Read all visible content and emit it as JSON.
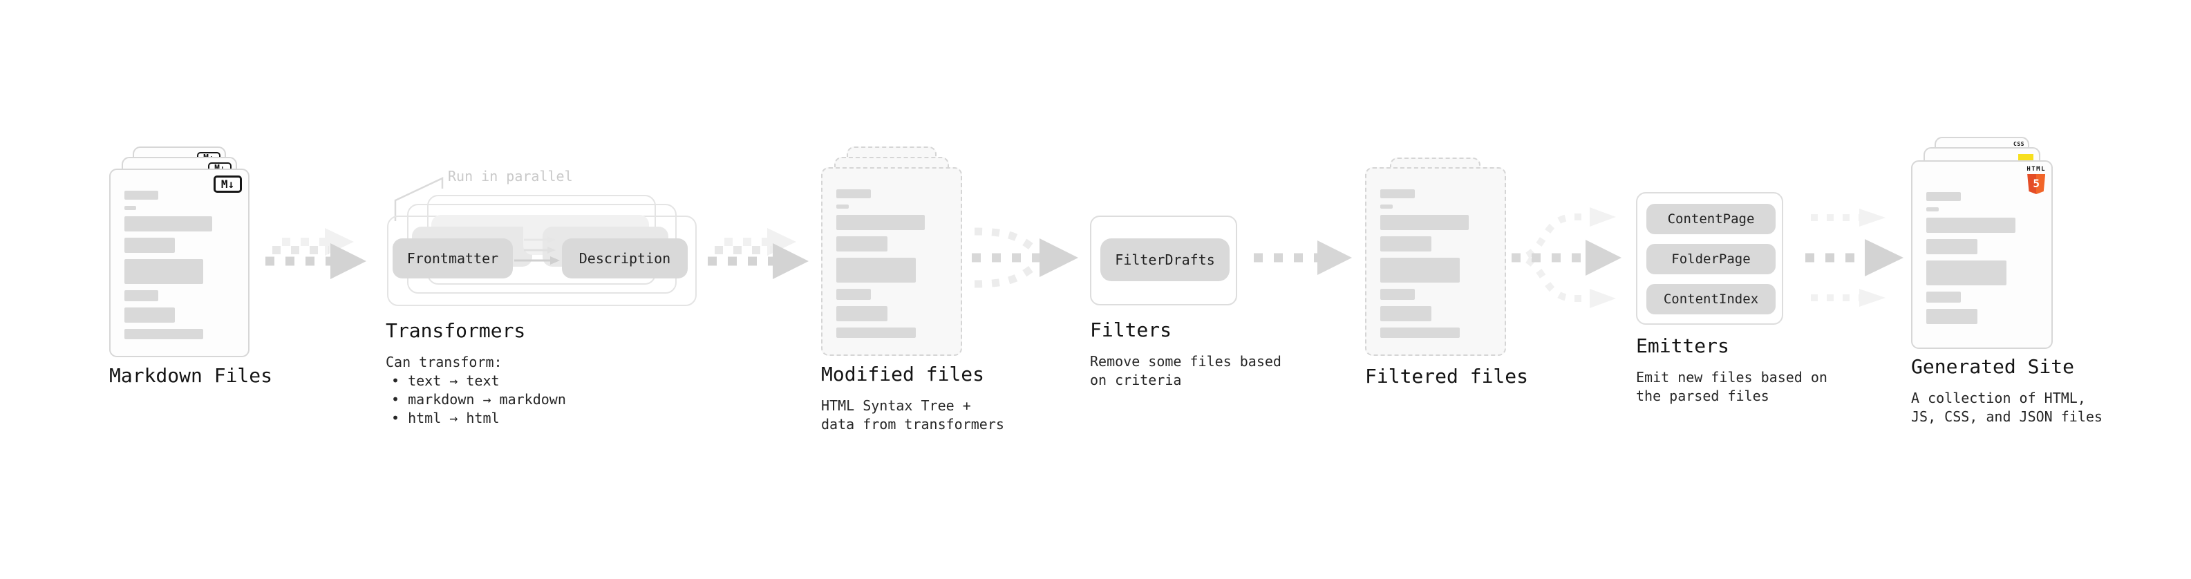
{
  "stages": {
    "markdown": {
      "title": "Markdown Files",
      "badge": "M↓"
    },
    "transformers": {
      "annotation": "Run in parallel",
      "input_box": "Frontmatter",
      "output_box": "Description",
      "title": "Transformers",
      "note_heading": "Can transform:",
      "bullets": [
        "• text → text",
        "• markdown → markdown",
        "• html → html"
      ]
    },
    "modified": {
      "title": "Modified files",
      "description_lines": [
        "HTML Syntax Tree +",
        "data from transformers"
      ]
    },
    "filters": {
      "box": "FilterDrafts",
      "title": "Filters",
      "description_lines": [
        "Remove some files based",
        "on criteria"
      ]
    },
    "filtered": {
      "title": "Filtered files"
    },
    "emitters": {
      "pills": [
        "ContentPage",
        "FolderPage",
        "ContentIndex"
      ],
      "title": "Emitters",
      "description_lines": [
        "Emit new files based on",
        "the parsed files"
      ]
    },
    "generated": {
      "title": "Generated Site",
      "description_lines": [
        "A collection of HTML,",
        "JS, CSS, and JSON files"
      ],
      "badges": {
        "css_label": "CSS",
        "html_word": "HTML",
        "html_number": "5"
      }
    }
  },
  "colors": {
    "background": "#FFFFFF",
    "text": "#1A1A1A",
    "annotation_muted": "#C9C9C9",
    "bar_fill": "#D9D9D9",
    "pill_fill": "#D9D9D9",
    "sheet_border": "#D7D7D7",
    "arrow": "#D3D3D3",
    "html5_orange": "#E44D26",
    "js_yellow": "#F7DF1E",
    "css_blue": "#2962D9"
  }
}
